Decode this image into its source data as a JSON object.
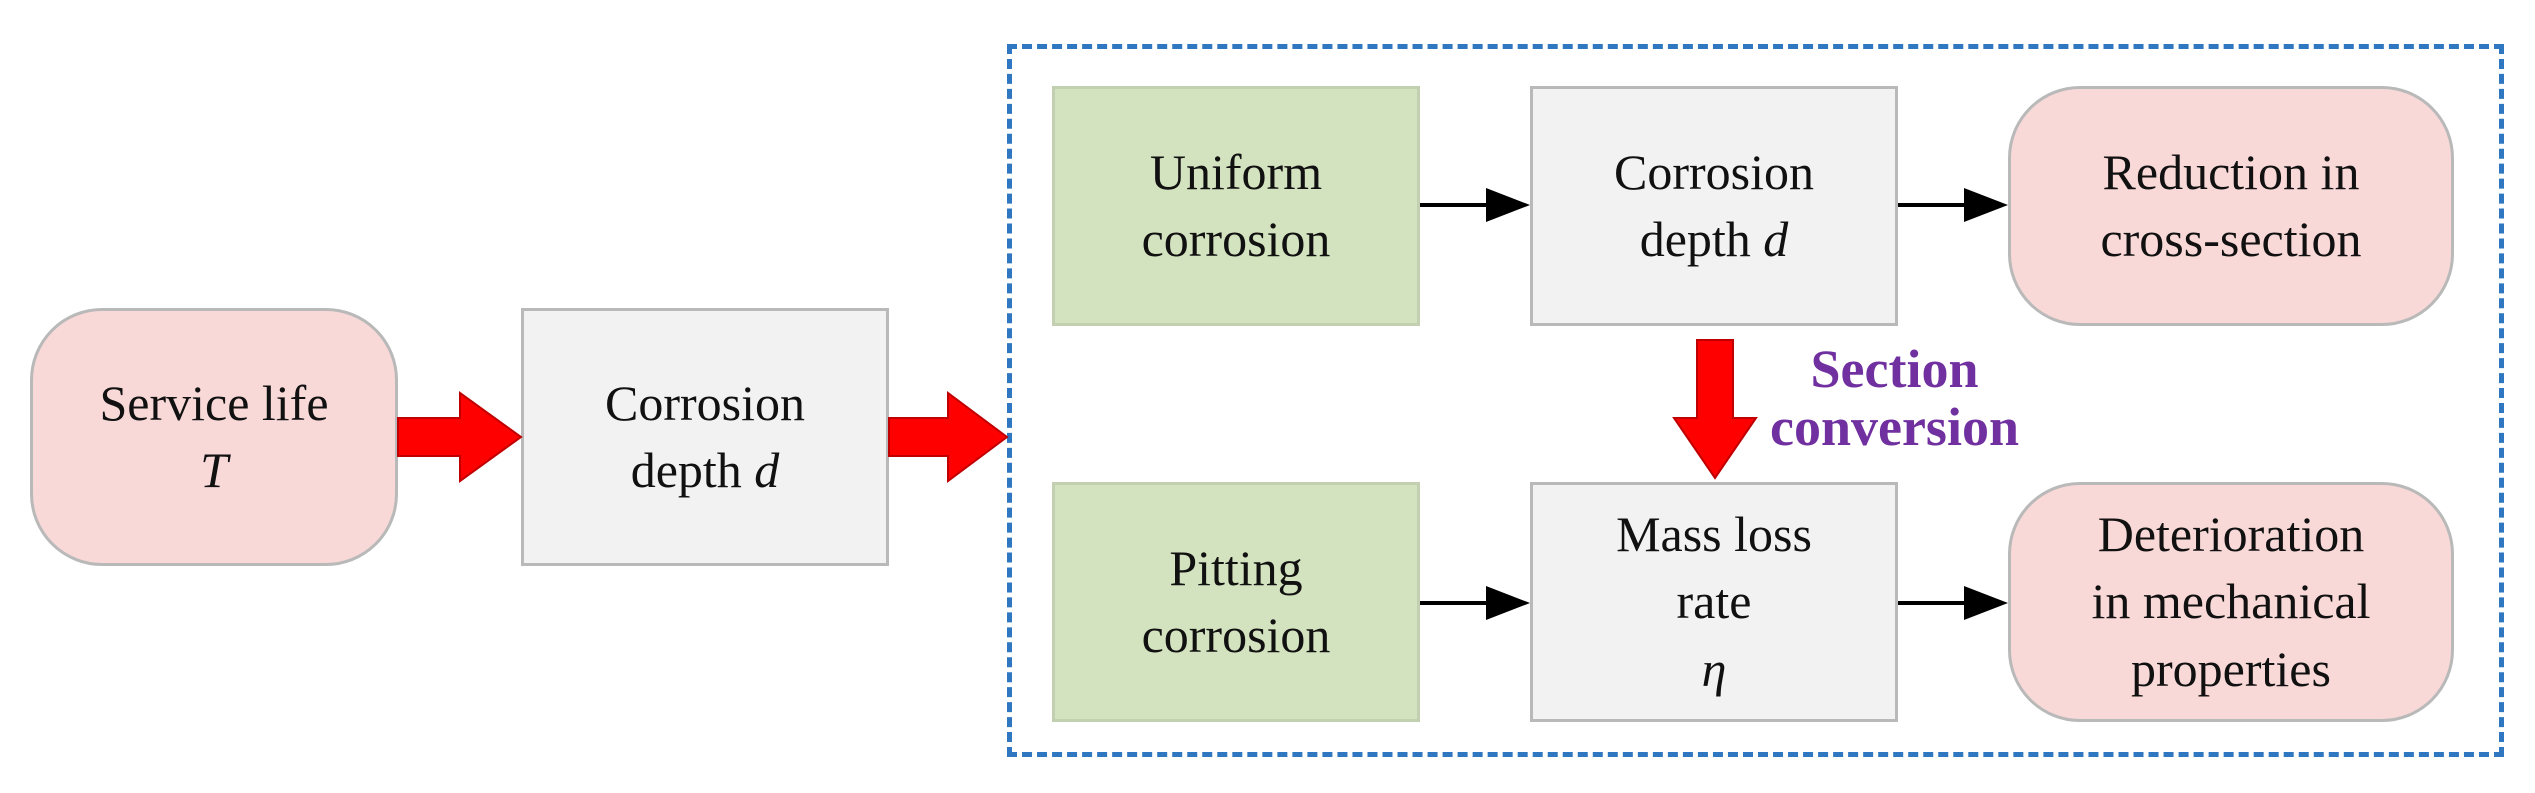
{
  "diagram": {
    "nodes": {
      "service_life": {
        "line1": "Service life",
        "line2": "T"
      },
      "corrosion_depth_main": {
        "line1": "Corrosion",
        "line2": "depth",
        "var": "d"
      },
      "uniform_corrosion": {
        "text": "Uniform\ncorrosion"
      },
      "corrosion_depth_upper": {
        "line1": "Corrosion",
        "line2": "depth",
        "var": "d"
      },
      "reduction_cross_section": {
        "text": "Reduction in\ncross-section"
      },
      "pitting_corrosion": {
        "text": "Pitting\ncorrosion"
      },
      "mass_loss_rate": {
        "line1": "Mass loss",
        "line2": "rate",
        "var": "η"
      },
      "deterioration": {
        "text": "Deterioration\nin mechanical\nproperties"
      }
    },
    "section_conversion_label": "Section\nconversion",
    "colors": {
      "pink_fill": "#f8d9d8",
      "gray_fill": "#f2f2f2",
      "green_fill": "#d4e3bf",
      "dashed_border": "#2f77c0",
      "red_arrow": "#ff0000",
      "label_purple": "#7030a0"
    }
  }
}
